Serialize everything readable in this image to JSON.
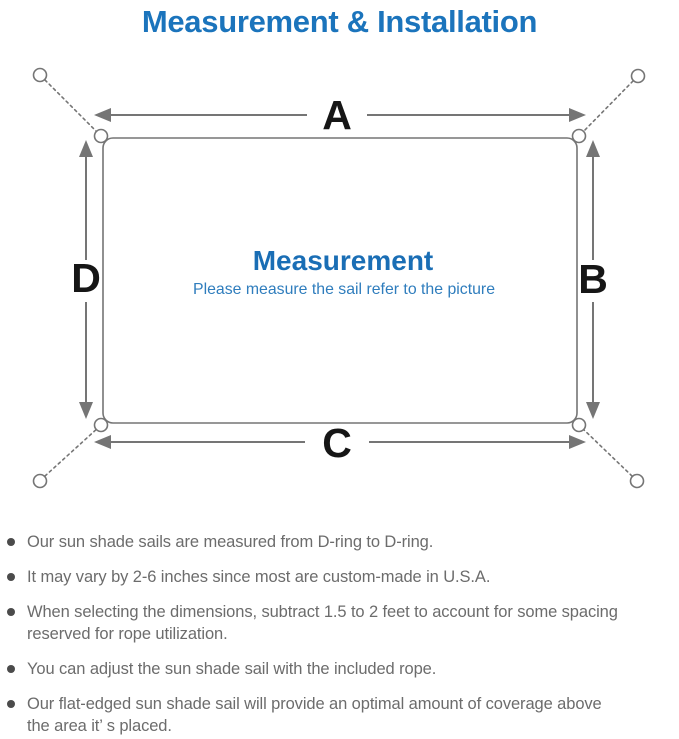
{
  "title": "Measurement & Installation",
  "diagram": {
    "center_title": "Measurement",
    "center_subtitle": "Please measure the sail refer to the picture",
    "dimension_labels": {
      "top": "A",
      "right": "B",
      "bottom": "C",
      "left": "D"
    },
    "colors": {
      "title_blue": "#1b74bc",
      "center_heading_blue": "#1a6eb5",
      "subtitle_blue": "#2f7dbd",
      "line_gray": "#757575",
      "dimension_label_dark": "#161616",
      "bullet_text_gray": "#6c6c6c",
      "bullet_dot_gray": "#4b4b4b"
    }
  },
  "bullets": [
    {
      "lines": [
        "Our sun shade sails are measured from D-ring to D-ring."
      ]
    },
    {
      "lines": [
        "It may vary by 2-6 inches since most are custom-made in U.S.A."
      ]
    },
    {
      "lines": [
        "When selecting the dimensions, subtract 1.5 to 2 feet to account for some spacing",
        "reserved for rope utilization."
      ]
    },
    {
      "lines": [
        "You can adjust the sun shade sail with the included rope."
      ]
    },
    {
      "lines": [
        "Our flat-edged sun shade sail will provide an optimal amount of coverage above",
        "the area it’ s placed."
      ]
    }
  ]
}
